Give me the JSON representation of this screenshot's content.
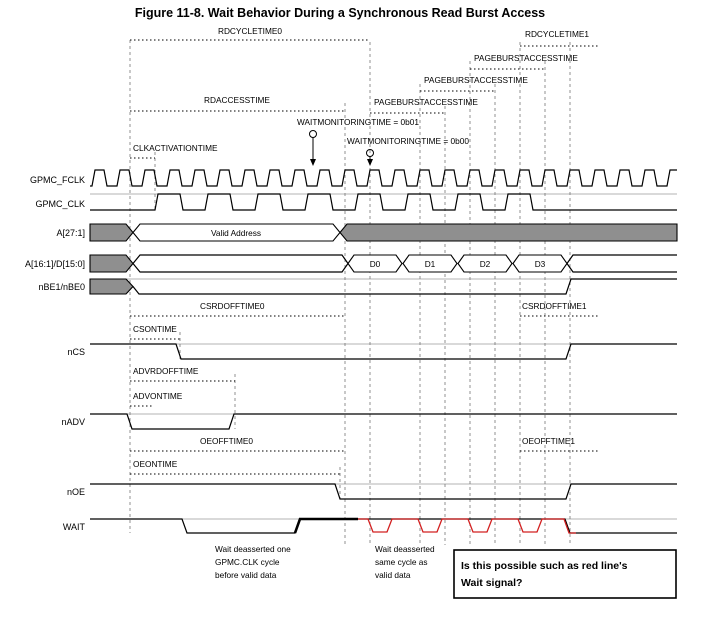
{
  "title": "Figure 11-8. Wait Behavior During a Synchronous Read Burst Access",
  "signals": {
    "fclk": "GPMC_FCLK",
    "clk": "GPMC_CLK",
    "a": "A[27:1]",
    "ad": "A[16:1]/D[15:0]",
    "nbe": "nBE1/nBE0",
    "ncs": "nCS",
    "nadv": "nADV",
    "noe": "nOE",
    "wait": "WAIT"
  },
  "timing": {
    "rdcycletime0": "RDCYCLETIME0",
    "rdcycletime1": "RDCYCLETIME1",
    "pageburstaccesstime": "PAGEBURSTACCESSTIME",
    "rdaccesstime": "RDACCESSTIME",
    "waitmonitoring01": "WAITMONITORINGTIME = 0b01",
    "waitmonitoring00": "WAITMONITORINGTIME = 0b00",
    "clkactivationtime": "CLKACTIVATIONTIME",
    "csrdofftime0": "CSRDOFFTIME0",
    "csrdofftime1": "CSRDOFFTIME1",
    "csontime": "CSONTIME",
    "advrdofftime": "ADVRDOFFTIME",
    "advontime": "ADVONTIME",
    "oeofftime0": "OEOFFTIME0",
    "oeofftime1": "OEOFFTIME1",
    "oeontime": "OEONTIME"
  },
  "bus": {
    "valid_address": "Valid Address",
    "d0": "D0",
    "d1": "D1",
    "d2": "D2",
    "d3": "D3"
  },
  "annotations": {
    "wait1_line1": "Wait deasserted one",
    "wait1_line2": "GPMC.CLK cycle",
    "wait1_line3": "before valid data",
    "wait2_line1": "Wait deasserted",
    "wait2_line2": "same cycle as",
    "wait2_line3": "valid data"
  },
  "question": {
    "line1": "Is this possible such as red line's",
    "line2": "Wait signal?"
  },
  "colors": {
    "waveform": "#000000",
    "red_wait": "#d22020",
    "bus_gray": "#8f8f8f"
  }
}
